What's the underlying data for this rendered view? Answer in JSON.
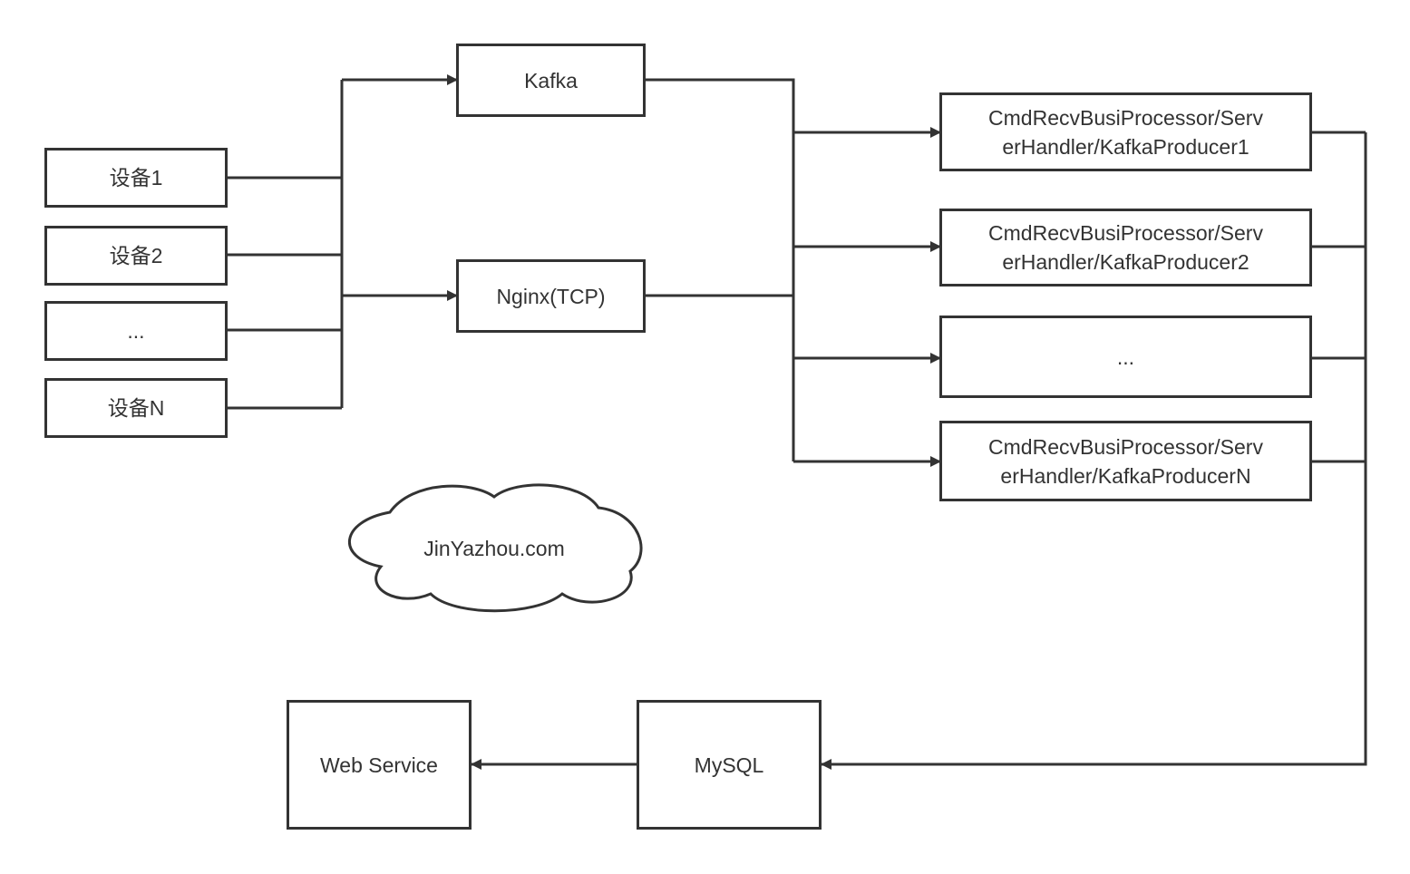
{
  "diagram": {
    "devices": [
      "设备1",
      "设备2",
      "...",
      "设备N"
    ],
    "kafka": "Kafka",
    "nginx": "Nginx(TCP)",
    "handlers": [
      [
        "CmdRecvBusiProcessor/Serv",
        "erHandler/KafkaProducer1"
      ],
      [
        "CmdRecvBusiProcessor/Serv",
        "erHandler/KafkaProducer2"
      ],
      [
        "..."
      ],
      [
        "CmdRecvBusiProcessor/Serv",
        "erHandler/KafkaProducerN"
      ]
    ],
    "mysql": "MySQL",
    "web_service": "Web Service",
    "cloud": "JinYazhou.com"
  }
}
